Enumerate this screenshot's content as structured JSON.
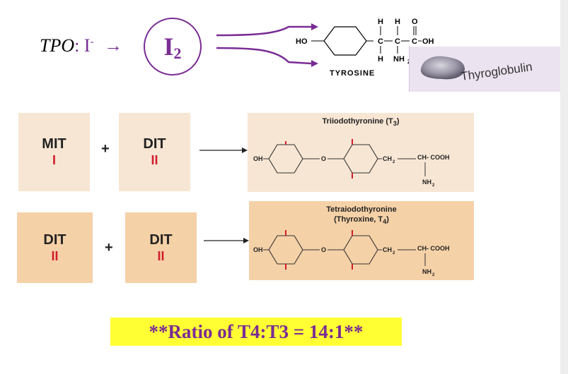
{
  "top": {
    "tpo_label": "TPO",
    "tpo_colon": ":",
    "iodide": "I",
    "iodide_charge": "-",
    "iodine_main": "I",
    "iodine_sub": "2",
    "tyrosine_label": "TYROSINE",
    "tyrosine_groups": {
      "ho": "HO",
      "h1": "H",
      "h2": "H",
      "o": "O",
      "c1": "C",
      "c2": "C",
      "c3": "C",
      "oh": "OH",
      "h3": "H",
      "nh2": "NH",
      "nh2_sub": "2"
    },
    "thyroglobulin_label": "Thyroglobulin"
  },
  "reactions": [
    {
      "left": {
        "name": "MIT",
        "marks": "I"
      },
      "plus": "+",
      "right": {
        "name": "DIT",
        "marks": "II"
      },
      "product": {
        "title": "Triiodothyronine (T",
        "title_sub": "3",
        "title_end": ")",
        "title2": ""
      }
    },
    {
      "left": {
        "name": "DIT",
        "marks": "II"
      },
      "plus": "+",
      "right": {
        "name": "DIT",
        "marks": "II"
      },
      "product": {
        "title": "Tetraiodothyronine",
        "title_sub": "",
        "title_end": "",
        "title2": "(Thyroxine, T",
        "title2_sub": "4",
        "title2_end": ")"
      }
    }
  ],
  "structure_labels": {
    "oh": "OH",
    "o": "O",
    "ch2": "CH",
    "ch2_sub": "2",
    "ch_cooh": "CH- COOH",
    "nh2": "NH",
    "nh2_sub": "2"
  },
  "ratio_text": "**Ratio of T4:T3 = 14:1**",
  "colors": {
    "purple": "#7a2c94",
    "iodine_red": "#d11e2c",
    "light_box": "#f7e6d3",
    "dark_box": "#f5d1a7",
    "highlight": "#ffff33"
  }
}
